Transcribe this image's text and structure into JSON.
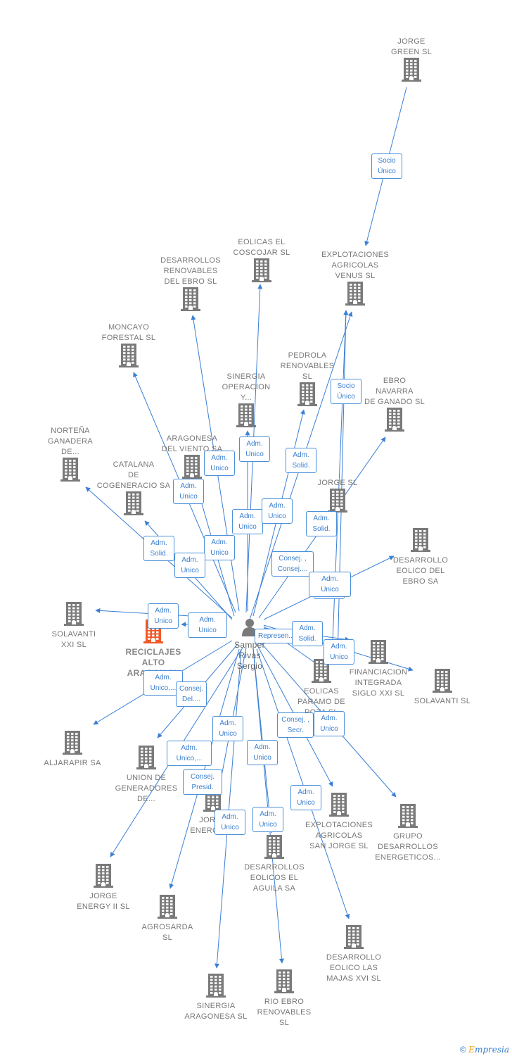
{
  "center": {
    "name": "Samper\nRivas\nSergio"
  },
  "companies": [
    {
      "name": "JORGE\nGREEN  SL"
    },
    {
      "name": "EXPLOTACIONES\nAGRICOLAS\nVENUS  SL"
    },
    {
      "name": "EOLICAS EL\nCOSCOJAR  SL"
    },
    {
      "name": "DESARROLLOS\nRENOVABLES\nDEL EBRO SL"
    },
    {
      "name": "MONCAYO\nFORESTAL  SL"
    },
    {
      "name": "PEDROLA\nRENOVABLES\nSL"
    },
    {
      "name": "SINERGIA\nOPERACION\nY..."
    },
    {
      "name": "EBRO\nNAVARRA\nDE GANADO SL"
    },
    {
      "name": "NORTEÑA\nGANADERA\nDE..."
    },
    {
      "name": "ARAGONESA\nDEL VIENTO SA"
    },
    {
      "name": "CATALANA\nDE\nCOGENERACIO SA"
    },
    {
      "name": "JORGE SL"
    },
    {
      "name": "DESARROLLO\nEOLICO DEL\nEBRO SA"
    },
    {
      "name": "SOLAVANTI\nXXI SL"
    },
    {
      "name": "RECICLAJES\nALTO\nARAGON  SL"
    },
    {
      "name": "FINANCIACION\nINTEGRADA\nSIGLO XXI  SL"
    },
    {
      "name": "EOLICAS\nPARAMO DE\nPOZA SL"
    },
    {
      "name": "SOLAVANTI SL"
    },
    {
      "name": "ALJARAPIR SA"
    },
    {
      "name": "UNION DE\nGENERADORES\nDE..."
    },
    {
      "name": "JORGE\nENERGY SL"
    },
    {
      "name": "EXPLOTACIONES\nAGRICOLAS\nSAN JORGE SL"
    },
    {
      "name": "GRUPO\nDESARROLLOS\nENERGETICOS..."
    },
    {
      "name": "DESARROLLOS\nEOLICOS EL\nAGUILA SA"
    },
    {
      "name": "JORGE\nENERGY II  SL"
    },
    {
      "name": "AGROSARDA\nSL"
    },
    {
      "name": "DESARROLLO\nEOLICO LAS\nMAJAS XVI  SL"
    },
    {
      "name": "SINERGIA\nARAGONESA SL"
    },
    {
      "name": "RIO EBRO\nRENOVABLES\nSL"
    }
  ],
  "edge_labels": [
    "Socio\nÚnico",
    "Socio\nÚnico",
    "Adm.\nUnico",
    "Adm.\nSolid.",
    "Adm.\nUnico",
    "Adm.\nUnico",
    "Adm.\nUnico",
    "Adm.\nUnico",
    "Adm.\nSolid.",
    "Adm.\nSolid.",
    "Adm.\nUnico",
    "Adm.\nUnico",
    "Consej. ,\nConsej....",
    "Adm.\nUnico",
    "Adm.\nUnico",
    "Adm.\nUnico",
    "Adm.\nUnico,...",
    "Represen...",
    "Adm.\nSolid.",
    "Adm.\nUnico",
    "Adm.\nUnico,...",
    "Consej.\nDel....",
    "Adm.\nUnico",
    "Consej. ,\nSecr.",
    "Adm.\nUnico",
    "Adm.\nUnico",
    "Adm.\nUnico",
    "Consej.\nPresid.",
    "Adm.\nUnico",
    "Adm.\nUnico",
    "Adm.\nUnico"
  ],
  "footer": {
    "copyright": "©",
    "brand_first": "E",
    "brand_rest": "mpresia"
  },
  "colors": {
    "edge": "#3a7fd5",
    "building": "#7a7a7a",
    "highlight": "#f05a28"
  }
}
